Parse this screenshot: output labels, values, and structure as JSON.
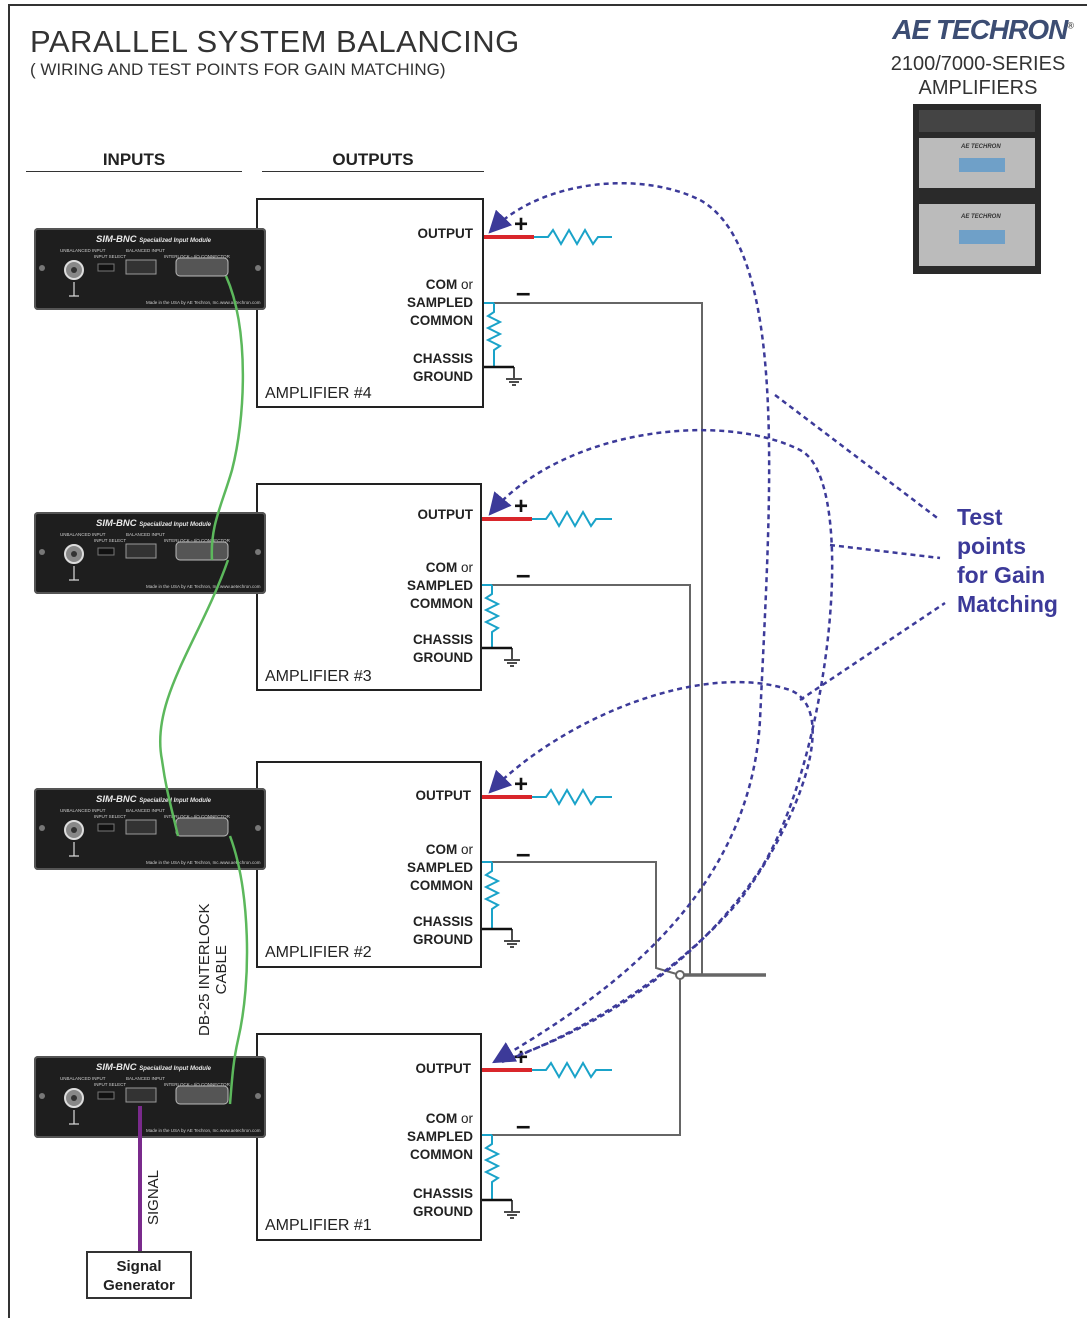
{
  "header": {
    "title": "PARALLEL SYSTEM BALANCING",
    "subtitle": "( WIRING AND TEST POINTS FOR GAIN MATCHING)"
  },
  "brand": {
    "logo": "AE TECHRON",
    "registered": "®",
    "series_line1": "2100/7000-SERIES",
    "series_line2": "AMPLIFIERS"
  },
  "columns": {
    "inputs": "INPUTS",
    "outputs": "OUTPUTS"
  },
  "amplifiers": [
    {
      "name": "AMPLIFIER #4"
    },
    {
      "name": "AMPLIFIER #3"
    },
    {
      "name": "AMPLIFIER #2"
    },
    {
      "name": "AMPLIFIER #1"
    }
  ],
  "terminals": {
    "output": "OUTPUT",
    "com": "COM",
    "or": "or",
    "sampled": "SAMPLED",
    "common": "COMMON",
    "chassis": "CHASSIS",
    "ground": "GROUND",
    "plus": "+",
    "minus": "–"
  },
  "module": {
    "name": "SIM-BNC",
    "desc": "Specialized Input Module",
    "unbalanced": "UNBALANCED INPUT",
    "input_select": "INPUT SELECT",
    "balanced": "BALANCED INPUT",
    "interlock": "INTERLOCK - I/O CONNECTOR",
    "made_in": "Made in the USA by AE Techron, Inc.",
    "url": "www.aetechron.com"
  },
  "annotations": {
    "test_points": [
      "Test",
      "points",
      "for Gain",
      "Matching"
    ],
    "cable_line1": "DB-25 INTERLOCK",
    "cable_line2": "CABLE",
    "signal": "SIGNAL",
    "generator_line1": "Signal",
    "generator_line2": "Generator"
  },
  "colors": {
    "test_lead": "#3c3a99",
    "interlock_cable": "#5cb85c",
    "signal_wire": "#7a2a8c",
    "output_plus": "#d9262b",
    "load": "#1aa3c9",
    "wire": "#666666"
  }
}
